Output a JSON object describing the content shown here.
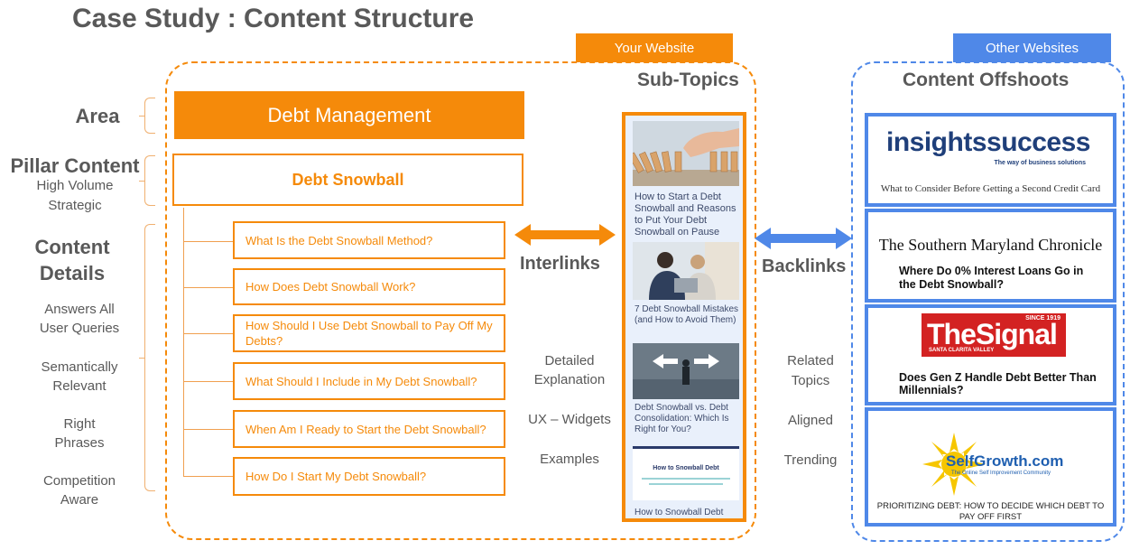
{
  "title": "Case Study : Content Structure",
  "tags": {
    "your_website": "Your Website",
    "other_websites": "Other Websites"
  },
  "left": {
    "area": "Area",
    "pillar_title": "Pillar Content",
    "pillar_sub1": "High Volume",
    "pillar_sub2": "Strategic",
    "details_line1": "Content",
    "details_line2": "Details",
    "points": [
      {
        "l1": "Answers All",
        "l2": "User Queries"
      },
      {
        "l1": "Semantically",
        "l2": "Relevant"
      },
      {
        "l1": "Right",
        "l2": "Phrases"
      },
      {
        "l1": "Competition",
        "l2": "Aware"
      }
    ]
  },
  "center": {
    "area_box": "Debt Management",
    "pillar_box": "Debt Snowball",
    "details": [
      "What Is the Debt Snowball Method?",
      "How Does Debt Snowball Work?",
      "How Should I Use Debt Snowball to Pay Off My Debts?",
      "What Should I Include in My Debt Snowball?",
      "When Am I Ready to Start the Debt Snowball?",
      "How Do I Start My Debt Snowball?"
    ]
  },
  "interlinks": {
    "label": "Interlinks",
    "features": [
      {
        "l1": "Detailed",
        "l2": "Explanation"
      },
      {
        "l1": "UX – Widgets",
        "l2": ""
      },
      {
        "l1": "Examples",
        "l2": ""
      }
    ]
  },
  "subtopics": {
    "heading": "Sub-Topics",
    "items": [
      "How to Start a Debt Snowball and Reasons to Put Your Debt Snowball on Pause",
      "7 Debt Snowball Mistakes (and How to Avoid Them)",
      "Debt Snowball vs. Debt Consolidation: Which Is Right for You?",
      "How to Snowball Debt"
    ],
    "thumb4_text": "How to Snowball Debt"
  },
  "backlinks": {
    "label": "Backlinks",
    "features": [
      {
        "l1": "Related",
        "l2": "Topics"
      },
      {
        "l1": "Aligned",
        "l2": ""
      },
      {
        "l1": "Trending",
        "l2": ""
      }
    ]
  },
  "offshoots": {
    "heading": "Content Offshoots",
    "sites": [
      {
        "logo": "insightssuccess",
        "logo_tag": "The way of business solutions",
        "caption": "What to Consider Before Getting a Second Credit Card"
      },
      {
        "logo": "The Southern Maryland Chronicle",
        "caption": "Where Do 0% Interest Loans Go in the Debt Snowball?"
      },
      {
        "logo": "TheSignal",
        "logo_since": "SINCE 1919",
        "logo_tag": "SANTA CLARITA VALLEY",
        "caption": "Does Gen Z Handle Debt Better Than Millennials?"
      },
      {
        "logo": "SelfGrowth.com",
        "logo_tag": "The Online Self Improvement Community",
        "caption": "PRIORITIZING DEBT: HOW TO DECIDE WHICH DEBT TO PAY OFF FIRST"
      }
    ]
  },
  "colors": {
    "orange": "#f58a0a",
    "blue": "#4f88e8",
    "gray_text": "#595959"
  }
}
